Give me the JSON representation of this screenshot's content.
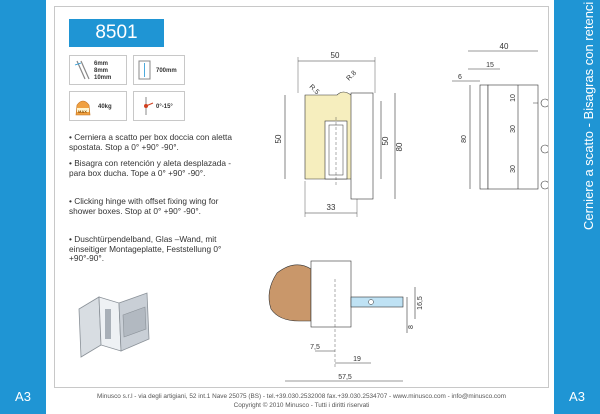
{
  "page": {
    "label_left": "A3",
    "label_right": "A3"
  },
  "side_title": "Cerniere a scatto - Bisagras con retenci",
  "model": "8501",
  "specs": {
    "thickness_lines": [
      "6mm",
      "8mm",
      "10mm"
    ],
    "height": "700mm",
    "weight": "40kg",
    "weight_badge": "MAX",
    "angle": "0°-15°"
  },
  "descriptions": [
    "• Cerniera a scatto per box doccia con aletta spostata. Stop a 0° +90° -90°.",
    "• Bisagra con retención y aleta desplazada - para box ducha. Tope a 0° +90° -90°.",
    "• Clicking hinge with offset fixing wing for shower boxes. Stop at 0° +90° -90°.",
    "• Duschtürpendelband, Glas –Wand, mit einseitiger Montageplatte, Feststellung 0°+90°-90°."
  ],
  "dimensions": {
    "front_top": "50",
    "r5": "R.5",
    "r8": "R.8",
    "front_left": "50",
    "front_inner": "50",
    "front_right": "80",
    "front_bottom": "33",
    "side_top": "40",
    "side_15": "15",
    "side_6": "6",
    "side_10": "10",
    "side_30a": "30",
    "side_30b": "30",
    "side_80": "80",
    "plan_165": "16,5",
    "plan_8": "8",
    "plan_75": "7,5",
    "plan_19": "19",
    "plan_575": "57,5"
  },
  "footer": {
    "line1": "Minusco s.r.l - via degli artigiani, 52 int.1 Nave 25075 (BS) - tel.+39.030.2532008 fax.+39.030.2534707 - www.minusco.com - info@minusco.com",
    "line2": "Copyright © 2010 Minusco - Tutti i diritti riservati"
  }
}
